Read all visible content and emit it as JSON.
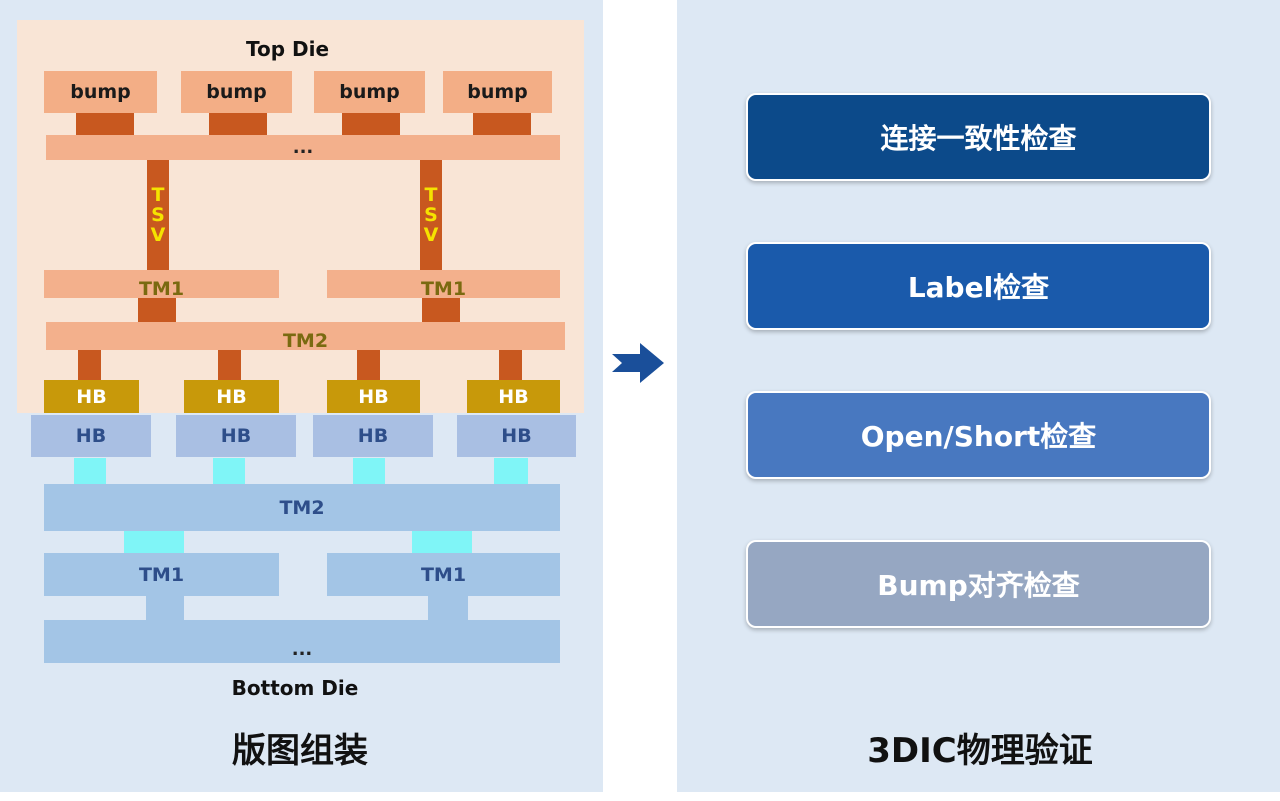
{
  "left": {
    "top_die": "Top Die",
    "bottom_die": "Bottom Die",
    "bump": [
      "bump",
      "bump",
      "bump",
      "bump"
    ],
    "ellipsis_top": "...",
    "ellipsis_bottom": "...",
    "tsv": [
      "T",
      "S",
      "V"
    ],
    "tm1_top": [
      "TM1",
      "TM1"
    ],
    "tm2_top": "TM2",
    "hb_top": [
      "HB",
      "HB",
      "HB",
      "HB"
    ],
    "hb_bottom": [
      "HB",
      "HB",
      "HB",
      "HB"
    ],
    "tm2_bottom": "TM2",
    "tm1_bottom": [
      "TM1",
      "TM1"
    ],
    "caption": "版图组装"
  },
  "right": {
    "checks": [
      "连接一致性检查",
      "Label检查",
      "Open/Short检查",
      "Bump对齐检查"
    ],
    "check_colors": [
      "#0c4a8a",
      "#1a5aab",
      "#4878c0",
      "#96a7c2"
    ],
    "caption": "3DIC物理验证"
  },
  "arrow_icon": "right-arrow-icon"
}
